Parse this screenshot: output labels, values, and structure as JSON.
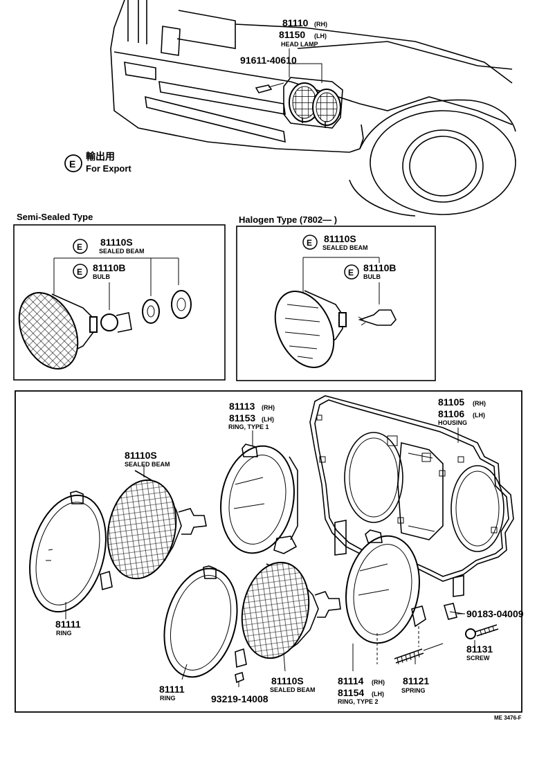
{
  "top": {
    "p81110": "81110",
    "p81110_side": "(RH)",
    "p81150": "81150",
    "p81150_side": "(LH)",
    "head_lamp": "HEAD LAMP",
    "bolt": "91611-40610",
    "export_jp": "輸出用",
    "export_en": "For  Export",
    "export_mark": "E"
  },
  "semi": {
    "title": "Semi-Sealed Type",
    "mark": "E",
    "p1": "81110S",
    "p1_desc": "SEALED BEAM",
    "p2": "81110B",
    "p2_desc": "BULB"
  },
  "halogen": {
    "title": "Halogen Type (7802—        )",
    "mark": "E",
    "p1": "81110S",
    "p1_desc": "SEALED BEAM",
    "p2": "81110B",
    "p2_desc": "BULB"
  },
  "exploded": {
    "ring_type1": {
      "rh": "81113",
      "rh_side": "(RH)",
      "lh": "81153",
      "lh_side": "(LH)",
      "desc": "RING, TYPE 1"
    },
    "housing": {
      "rh": "81105",
      "rh_side": "(RH)",
      "lh": "81106",
      "lh_side": "(LH)",
      "desc": "HOUSING"
    },
    "beam_upper": {
      "pn": "81110S",
      "desc": "SEALED BEAM"
    },
    "ring_left": {
      "pn": "81111",
      "desc": "RING"
    },
    "ring_lower": {
      "pn": "81111",
      "desc": "RING"
    },
    "screw_small": {
      "pn": "93219-14008"
    },
    "beam_lower": {
      "pn": "81110S",
      "desc": "SEALED BEAM"
    },
    "ring_type2": {
      "rh": "81114",
      "rh_side": "(RH)",
      "lh": "81154",
      "lh_side": "(LH)",
      "desc": "RING, TYPE 2"
    },
    "spring": {
      "pn": "81121",
      "desc": "SPRING"
    },
    "nut": {
      "pn": "90183-04009"
    },
    "screw": {
      "pn": "81131",
      "desc": "SCREW"
    }
  },
  "footer": "ME 3476-F"
}
